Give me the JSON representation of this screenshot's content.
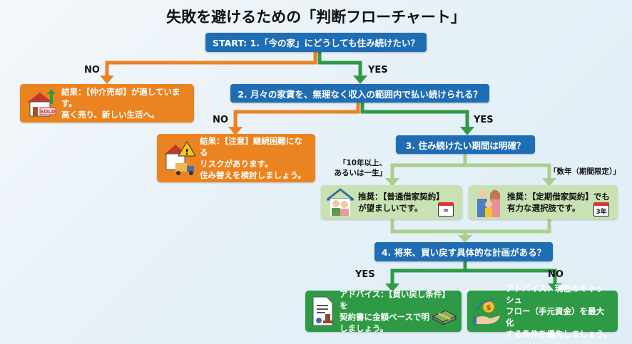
{
  "title": "失敗を避けるための「判断フローチャート」",
  "colors": {
    "question": "#1f6db3",
    "no_branch": "#ea8320",
    "yes_branch": "#2f9a45",
    "recommend": "#c8e2b3"
  },
  "q1": "START: 1.「今の家」にどうしても住み続けたい？",
  "q2": "2. 月々の家賃を、無理なく収入の範囲内で払い続けられる？",
  "q3": "3. 住み続けたい期間は明確？",
  "q4": "4. 将来、買い戻す具体的な計画がある？",
  "labels": {
    "no1": "NO",
    "yes1": "YES",
    "no2": "NO",
    "yes2": "YES",
    "yes4": "YES",
    "no4": "NO"
  },
  "period_long": [
    "「10年以上、",
    "あるいは一生」"
  ],
  "period_short": "「数年（期間限定）」",
  "result1": [
    "結果：【仲介売却】が適しています。",
    "高く売り、新しい生活へ。"
  ],
  "result1_icon_text": "SOLD",
  "result2": [
    "結果：【注意】継続困難になる",
    "リスクがあります。",
    "住み替えを検討しましょう。"
  ],
  "rec1": [
    "推奨：【普通借家契約】",
    "が望ましいです。"
  ],
  "rec1_cal": "∞",
  "rec2": [
    "推奨：【定期借家契約】でも",
    "有力な選択肢です。"
  ],
  "rec2_cal": "3年",
  "adv1": [
    "アドバイス：【買い戻し条件】を",
    "契約書に金額ベースで明",
    "しましょう。"
  ],
  "adv2": [
    "アドバイス：現在のキャッシュ",
    "フロー（手元資金）を最大化",
    "する条件を優先しましょう。"
  ]
}
